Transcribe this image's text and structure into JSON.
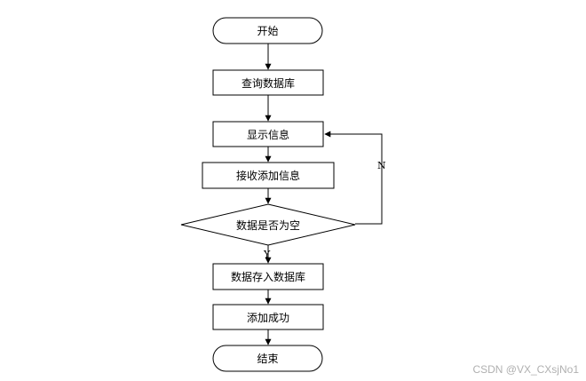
{
  "nodes": {
    "start": "开始",
    "query_db": "查询数据库",
    "show_info": "显示信息",
    "receive_add": "接收添加信息",
    "is_empty": "数据是否为空",
    "save_db": "数据存入数据库",
    "add_success": "添加成功",
    "end": "结束"
  },
  "edge_labels": {
    "no": "N",
    "yes": "Y"
  },
  "watermark": "CSDN @VX_CXsjNo1"
}
